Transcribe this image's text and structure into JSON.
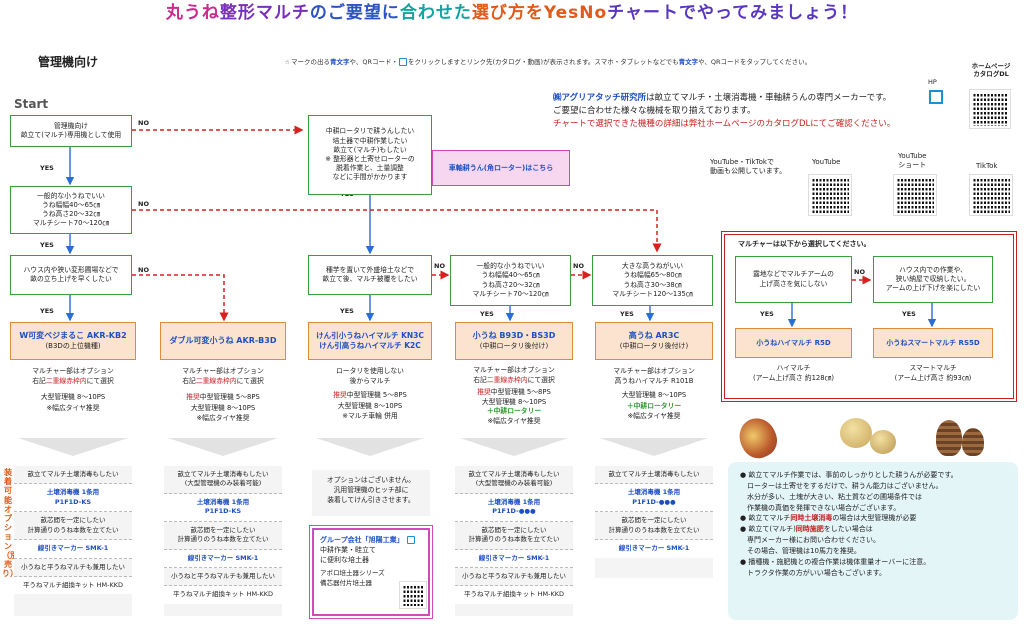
{
  "header": {
    "title_parts": [
      "丸うね",
      "整形マルチ",
      "のご要望に",
      "合わせた",
      "選び方をYesNo",
      "チャートでやってみましょう！"
    ],
    "section": "管理機向け",
    "start": "Start",
    "note_parts": [
      "マークの出る",
      "青文字",
      "や、QRコード・",
      "をクリックしますとリンク先(カタログ・動画)が表示されます。スマホ・タブレットなどでも",
      "青文字",
      "や、QRコードをタップしてください。"
    ],
    "catalog_label": "ホームページ\nカタログDL",
    "hp_label": "HP"
  },
  "company": {
    "line1_name": "㈱アグリアタッチ研究所",
    "line1_rest": "は畝立てマルチ・土壌消毒機・車軸耕うんの専門メーカーです。",
    "line2": "ご要望に合わせた様々な機械を取り揃えております。",
    "line3": "チャートで選択できた機種の詳細は弊社ホームページのカタログDLにてご確認ください。"
  },
  "sns": {
    "intro": "YouTube・TikTokで\n動画も公開しています。",
    "youtube": "YouTube",
    "youtube_short": "YouTube\nショート",
    "tiktok": "TikTok"
  },
  "labels": {
    "yes": "YES",
    "no": "NO"
  },
  "nodes": {
    "q1": "管理機向け\n畝立て(マルチ)専用機として使用",
    "q2": "一般的な小うねでいい\nうね幅幅40～65㎝\nうね高さ20～32㎝\nマルチシート70～120㎝",
    "q3": "ハウス内や狭い変形圃場などで\n畝の立ち上げを早くしたい",
    "q4": "中耕ロータリで耕うんしたい\n培土器で中耕作業したい\n畝立て(マルチ)もしたい\n※ 整形器と土寄せローターの\n脱着作業と、土量調整\nなどに手間がかかります",
    "q5": "種芋を置いて外盛培土などで\n畝立て後、マルチ被覆をしたい",
    "q6": "一般的な小うねでいい\nうね幅幅40～65㎝\nうね高さ20～32㎝\nマルチシート70～120㎝",
    "q7": "大きな高うねがいい\nうね幅幅65～80㎝\nうね高さ30～38㎝\nマルチシート120～135㎝",
    "q8": "露地などでマルチアームの\n上げ高さを気にしない",
    "q9": "ハウス内での作業や、\n狭い納屋で収納したい。\nアームの上げ下げを楽にしたい",
    "sharin": "車軸耕うん(角ローター)はこちら",
    "mulcher_title": "マルチャーは以下から選択してください。"
  },
  "products": [
    {
      "name": "W可変ベジまるこ  AKR-KB2",
      "sub": "(B3Dの上位機種)"
    },
    {
      "name": "ダブル可変小うね  AKR-B3D",
      "sub": ""
    },
    {
      "name": "けん引小うねハイマルチ  KN3C\nけん引高うねハイマルチ  K2C",
      "sub": ""
    },
    {
      "name": "小うね  B93D・BS3D",
      "sub": "(中耕ロータリ後付け)"
    },
    {
      "name": "高うね  AR3C",
      "sub": "(中耕ロータリ後付け)"
    },
    {
      "name": "小うねハイマルチ  R5D",
      "sub": ""
    },
    {
      "name": "小うねスマートマルチ  RS5D",
      "sub": ""
    }
  ],
  "info": [
    {
      "l1": "マルチャー部はオプション",
      "l2a": "右記",
      "l2b": "二重線赤枠内",
      "l2c": "にて選択",
      "l3": "大型管理機 8～10PS",
      "l4": "※幅広タイヤ推奨"
    },
    {
      "l1": "マルチャー部はオプション",
      "l2a": "右記",
      "l2b": "二重線赤枠内",
      "l2c": "にて選択",
      "l3a": "推奨",
      "l3b": "中型管理機 5～8PS",
      "l4": "大型管理機 8～10PS",
      "l5": "※幅広タイヤ推奨"
    },
    {
      "l1": "ロータリを使用しない",
      "l2": "後からマルチ",
      "l3a": "推奨",
      "l3b": "中型管理機 5～8PS",
      "l4": "大型管理機 8～10PS",
      "l5": "※マルチ車輪  併用"
    },
    {
      "l1": "マルチャー部はオプション",
      "l2a": "右記",
      "l2b": "二重線赤枠内",
      "l2c": "にて選択",
      "l3a": "推奨",
      "l3b": "中型管理機 5～8PS",
      "l4": "大型管理機 8～10PS",
      "l5": "＋中耕ロータリー",
      "l6": "※幅広タイヤ推奨"
    },
    {
      "l1": "マルチャー部はオプション",
      "l2": "高うねハイマルチ  R101B",
      "l3": "大型管理機 8～10PS",
      "l4": "＋中耕ロータリー",
      "l5": "※幅広タイヤ推奨"
    },
    {
      "l1": "ハイマルチ",
      "l2": "(アーム上げ高さ 約128㎝)"
    },
    {
      "l1": "スマートマルチ",
      "l2": "(アーム上げ高さ 約93㎝)"
    }
  ],
  "options_label": "装着可能オプション（別売り）",
  "options": [
    {
      "a": "畝立てマルチ土壌消毒もしたい",
      "b": "土壌消毒機  1条用",
      "c": "P1F1D-KS",
      "d": "畝芯間を一定にしたい\n計算通りのうね本数を立てたい",
      "e": "線引きマーカー  SMK-1",
      "f": "小うねと平うねマルチも兼用したい",
      "g": "平うねマルチ組換キット  HM-KKD"
    },
    {
      "a": "畝立てマルチ土壌消毒もしたい\n(大型管理機のみ装着可能)",
      "b": "土壌消毒機  1条用",
      "c": "P1F1D-KS",
      "d": "畝芯間を一定にしたい\n計算通りのうね本数を立てたい",
      "e": "線引きマーカー  SMK-1",
      "f": "小うねと平うねマルチも兼用したい",
      "g": "平うねマルチ組換キット  HM-KKD"
    },
    {
      "a": "畝立てマルチ土壌消毒もしたい\n(大型管理機のみ装着可能)",
      "b": "土壌消毒機  1条用",
      "c": "P1F1D-●●●",
      "d": "畝芯間を一定にしたい\n計算通りのうね本数を立てたい",
      "e": "線引きマーカー  SMK-1",
      "f": "小うねと平うねマルチも兼用したい",
      "g": "平うねマルチ組換キット  HM-KKD"
    },
    {
      "a": "畝立てマルチ土壌消毒もしたい",
      "b": "土壌消毒機  1条用",
      "c": "P1F1D-●●●",
      "d": "畝芯間を一定にしたい\n計算通りのうね本数を立てたい",
      "e": "線引きマーカー  SMK-1",
      "f": "",
      "g": ""
    }
  ],
  "kn_option": "オプションはございません。\n汎用管理機のヒッチ部に\n装着してけん引きさせます。",
  "group": {
    "name": "グループ会社「旭陽工業」",
    "l1": "中耕作業・畦立て",
    "l2": "に便利な培土器",
    "l3": "アポロ培土器シリーズ",
    "l4": "備芯器付片培土器"
  },
  "panel": [
    {
      "pre": "● 畝立てマルチ作業では、事前のしっかりとした耕うんが必要です。",
      "rest": ""
    },
    {
      "pre": "　ローターは土寄せをするだけで、耕うん能力はございません。",
      "rest": ""
    },
    {
      "pre": "　水分が多い、土塊が大きい、粘土質などの圃場条件では",
      "rest": ""
    },
    {
      "pre": "　作業機の真価を発揮できない場合がございます。",
      "rest": ""
    },
    {
      "pre": "● 畝立てマルチ",
      "red": "同時土壌消毒",
      "post": "の場合は大型管理機が必要"
    },
    {
      "pre": "● 畝立て(マルチ)",
      "red": "同時施肥",
      "post": "をしたい場合は"
    },
    {
      "pre": "　専門メーカー様にお問い合わせください。",
      "rest": ""
    },
    {
      "pre": "　その場合、管理機は10馬力を推奨。",
      "rest": ""
    },
    {
      "pre": "● 播種機・施肥機との複合作業は機体重量オーバーに注意。",
      "rest": ""
    },
    {
      "pre": "　トラクタ作業の方がいい場合もございます。",
      "rest": ""
    }
  ]
}
